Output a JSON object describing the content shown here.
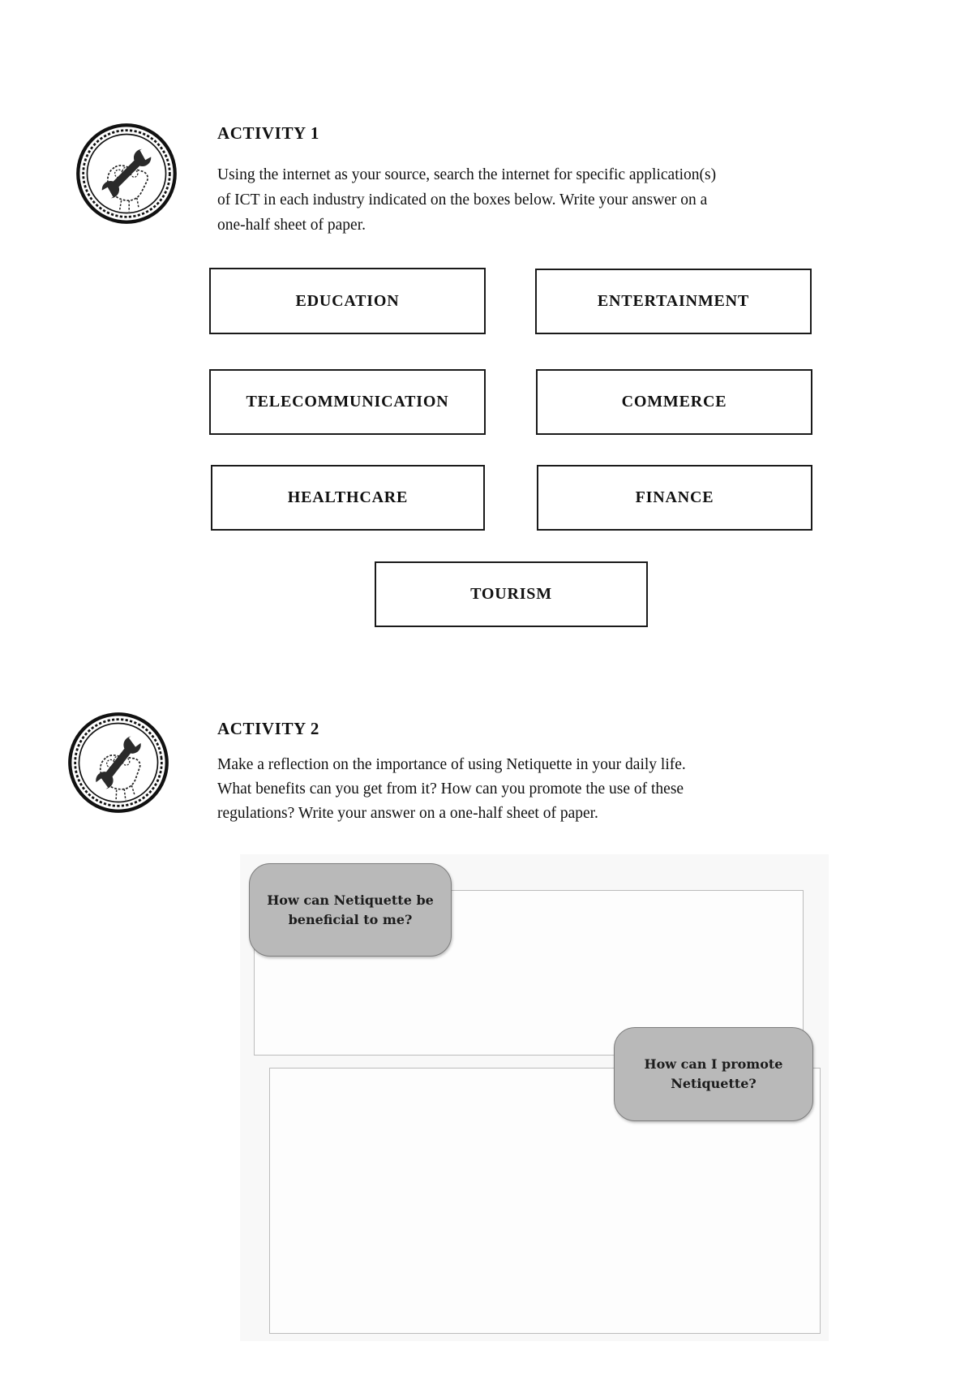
{
  "colors": {
    "page_bg": "#ffffff",
    "text": "#111111",
    "industry_box_border": "#1a1a1a",
    "panel_bg": "#f8f8f8",
    "frame_border": "#bcbcbc",
    "bubble_fill": "#b9b9b9",
    "bubble_border": "#7d7d7d"
  },
  "icons": {
    "activity1_stamp": "fist-wrench-stamp-icon",
    "activity2_stamp": "fist-wrench-stamp-icon"
  },
  "activity1": {
    "title": "ACTIVITY 1",
    "instruction_lines": [
      "Using the internet as your source, search the internet for specific application(s)",
      "of ICT in each industry indicated on the boxes below. Write your answer on a",
      "one-half sheet of paper."
    ],
    "industry_boxes": [
      {
        "label": "EDUCATION"
      },
      {
        "label": "ENTERTAINMENT"
      },
      {
        "label": "TELECOMMUNICATION"
      },
      {
        "label": "COMMERCE"
      },
      {
        "label": "HEALTHCARE"
      },
      {
        "label": "FINANCE"
      },
      {
        "label": "TOURISM"
      }
    ]
  },
  "activity2": {
    "title": "ACTIVITY 2",
    "instruction_lines": [
      "Make a reflection on the importance of using Netiquette in your daily life.",
      "What benefits can you get from it? How can you promote the use of these",
      "regulations? Write your answer on a one-half sheet of paper."
    ],
    "bubbles": [
      {
        "text": "How can Netiquette be beneficial to me?"
      },
      {
        "text": "How can I promote Netiquette?"
      }
    ]
  }
}
